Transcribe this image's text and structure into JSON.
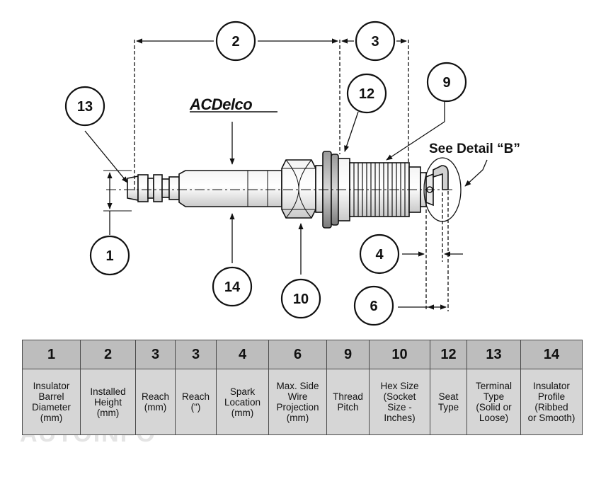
{
  "brand": {
    "name": "ACDelco",
    "watermark": "AUTOINFO"
  },
  "detail_label": "See Detail “B”",
  "callouts": {
    "c1": "1",
    "c2": "2",
    "c3": "3",
    "c4": "4",
    "c6": "6",
    "c9": "9",
    "c10": "10",
    "c12": "12",
    "c13": "13",
    "c14": "14"
  },
  "table": {
    "columns": [
      {
        "number": "1",
        "lines": [
          "Insulator",
          "Barrel",
          "Diameter",
          "(mm)"
        ]
      },
      {
        "number": "2",
        "lines": [
          "Installed",
          "Height",
          "(mm)"
        ]
      },
      {
        "number": "3",
        "lines": [
          "Reach",
          "(mm)"
        ]
      },
      {
        "number": "3",
        "lines": [
          "Reach",
          "(\")"
        ]
      },
      {
        "number": "4",
        "lines": [
          "Spark",
          "Location",
          "(mm)"
        ]
      },
      {
        "number": "6",
        "lines": [
          "Max. Side",
          "Wire",
          "Projection",
          "(mm)"
        ]
      },
      {
        "number": "9",
        "lines": [
          "Thread",
          "Pitch"
        ]
      },
      {
        "number": "10",
        "lines": [
          "Hex Size",
          "(Socket",
          "Size -",
          "Inches)"
        ]
      },
      {
        "number": "12",
        "lines": [
          "Seat",
          "Type"
        ]
      },
      {
        "number": "13",
        "lines": [
          "Terminal",
          "Type",
          "(Solid or",
          "Loose)"
        ]
      },
      {
        "number": "14",
        "lines": [
          "Insulator",
          "Profile",
          "(Ribbed",
          "or Smooth)"
        ]
      }
    ]
  }
}
